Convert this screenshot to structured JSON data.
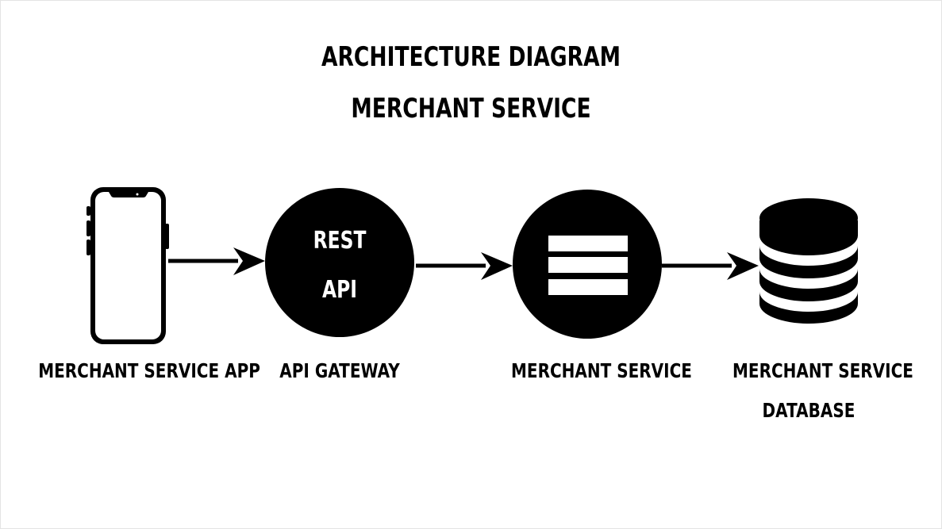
{
  "title": {
    "line1": "ARCHITECTURE DIAGRAM",
    "line2": "MERCHANT SERVICE"
  },
  "nodes": [
    {
      "id": "app",
      "icon": "smartphone-icon",
      "label": "MERCHANT SERVICE APP"
    },
    {
      "id": "gateway",
      "icon": "rest-api-circle-icon",
      "text_line1": "REST",
      "text_line2": "API",
      "label": "API GATEWAY"
    },
    {
      "id": "service",
      "icon": "server-rack-icon",
      "label": "MERCHANT SERVICE"
    },
    {
      "id": "database",
      "icon": "database-icon",
      "label_line1": "MERCHANT SERVICE",
      "label_line2": "DATABASE"
    }
  ],
  "edges": [
    {
      "from": "app",
      "to": "gateway"
    },
    {
      "from": "gateway",
      "to": "service"
    },
    {
      "from": "service",
      "to": "database"
    }
  ],
  "colors": {
    "ink": "#000000",
    "background": "#ffffff"
  }
}
